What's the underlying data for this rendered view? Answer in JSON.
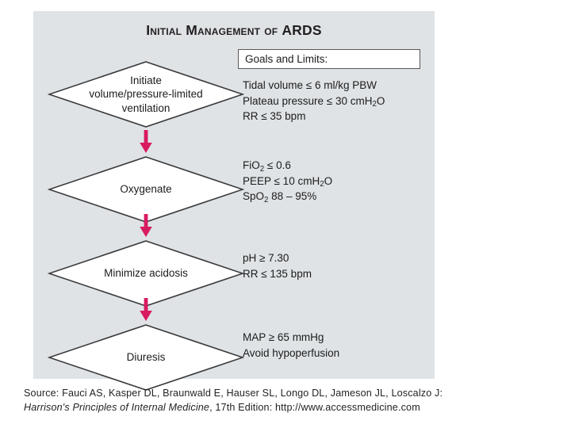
{
  "title": {
    "small_caps_part": "Initial Management of ",
    "acronym": "ARDS"
  },
  "goals_box": {
    "label": "Goals and Limits:"
  },
  "flow": {
    "steps": [
      {
        "name": "initiate-ventilation",
        "lines": [
          "Initiate",
          "volume/pressure-limited",
          "ventilation"
        ],
        "notes": [
          {
            "pre": "Tidal volume ≤ 6 ml/kg PBW",
            "sub": "",
            "post": ""
          },
          {
            "pre": "Plateau pressure ≤ 30 cmH",
            "sub": "2",
            "post": "O"
          },
          {
            "pre": "RR ≤ 35 bpm",
            "sub": "",
            "post": ""
          }
        ]
      },
      {
        "name": "oxygenate",
        "lines": [
          "Oxygenate"
        ],
        "notes": [
          {
            "pre": "FiO",
            "sub": "2",
            "post": " ≤ 0.6"
          },
          {
            "pre": "PEEP ≤ 10 cmH",
            "sub": "2",
            "post": "O"
          },
          {
            "pre": "SpO",
            "sub": "2",
            "post": " 88 – 95%"
          }
        ]
      },
      {
        "name": "minimize-acidosis",
        "lines": [
          "Minimize acidosis"
        ],
        "notes": [
          {
            "pre": "pH ≥ 7.30",
            "sub": "",
            "post": ""
          },
          {
            "pre": "RR ≤ 135 bpm",
            "sub": "",
            "post": ""
          }
        ]
      },
      {
        "name": "diuresis",
        "lines": [
          "Diuresis"
        ],
        "notes": [
          {
            "pre": "MAP ≥ 65 mmHg",
            "sub": "",
            "post": ""
          },
          {
            "pre": "Avoid hypoperfusion",
            "sub": "",
            "post": ""
          }
        ]
      }
    ]
  },
  "footer": {
    "line1": "Source: Fauci AS, Kasper DL, Braunwald E, Hauser SL, Longo DL, Jameson JL, Loscalzo J:",
    "line2_book": "Harrison's Principles of Internal Medicine",
    "line2_rest": ", 17th Edition: http://www.accessmedicine.com"
  },
  "colors": {
    "panel_background": "#dfe3e6",
    "arrow": "#d81b60",
    "diamond_fill": "#ffffff",
    "diamond_stroke": "#3a3a3c",
    "text": "#1c1c1c",
    "page_background": "#ffffff"
  }
}
